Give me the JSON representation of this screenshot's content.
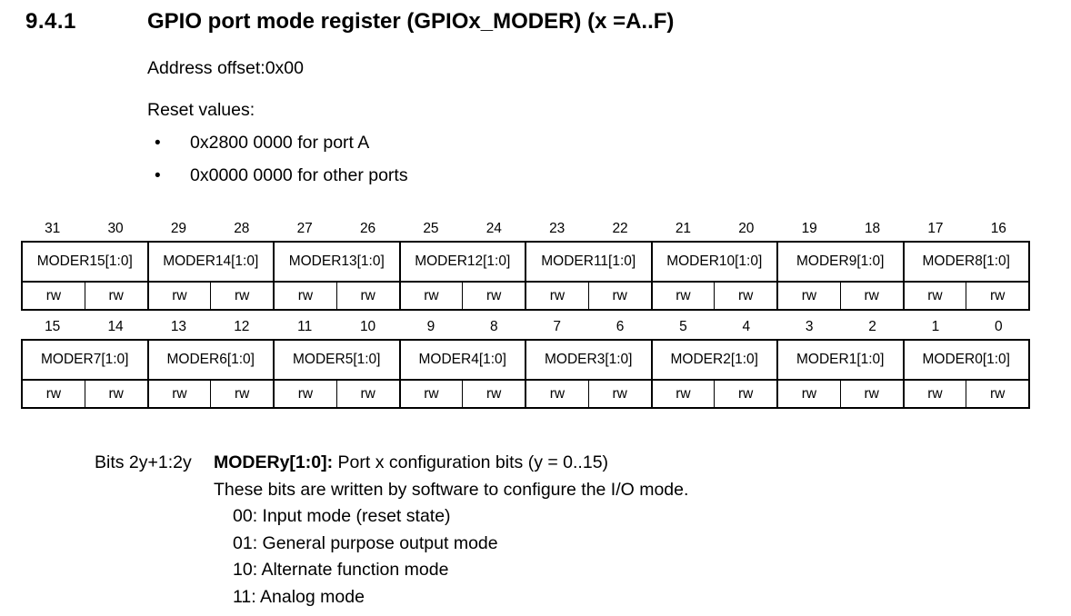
{
  "section": {
    "number": "9.4.1",
    "title": "GPIO port mode register (GPIOx_MODER) (x =A..F)"
  },
  "intro": {
    "address_offset": "Address offset:0x00",
    "reset_values_label": "Reset values:",
    "bullet_glyph": "•",
    "reset_values": [
      "0x2800 0000 for port A",
      "0x0000 0000 for other ports"
    ]
  },
  "register_tables": [
    {
      "bits": [
        "31",
        "30",
        "29",
        "28",
        "27",
        "26",
        "25",
        "24",
        "23",
        "22",
        "21",
        "20",
        "19",
        "18",
        "17",
        "16"
      ],
      "fields": [
        "MODER15[1:0]",
        "MODER14[1:0]",
        "MODER13[1:0]",
        "MODER12[1:0]",
        "MODER11[1:0]",
        "MODER10[1:0]",
        "MODER9[1:0]",
        "MODER8[1:0]"
      ],
      "access": [
        "rw",
        "rw",
        "rw",
        "rw",
        "rw",
        "rw",
        "rw",
        "rw",
        "rw",
        "rw",
        "rw",
        "rw",
        "rw",
        "rw",
        "rw",
        "rw"
      ]
    },
    {
      "bits": [
        "15",
        "14",
        "13",
        "12",
        "11",
        "10",
        "9",
        "8",
        "7",
        "6",
        "5",
        "4",
        "3",
        "2",
        "1",
        "0"
      ],
      "fields": [
        "MODER7[1:0]",
        "MODER6[1:0]",
        "MODER5[1:0]",
        "MODER4[1:0]",
        "MODER3[1:0]",
        "MODER2[1:0]",
        "MODER1[1:0]",
        "MODER0[1:0]"
      ],
      "access": [
        "rw",
        "rw",
        "rw",
        "rw",
        "rw",
        "rw",
        "rw",
        "rw",
        "rw",
        "rw",
        "rw",
        "rw",
        "rw",
        "rw",
        "rw",
        "rw"
      ]
    }
  ],
  "description": {
    "bits_label": "Bits 2y+1:2y",
    "field_name": "MODERy[1:0]:",
    "field_summary": " Port x configuration bits (y = 0..15)",
    "detail": "These bits are written by software to configure the I/O mode.",
    "options": [
      "00: Input mode (reset state)",
      "01: General purpose output mode",
      "10: Alternate function mode",
      "11: Analog mode"
    ]
  }
}
